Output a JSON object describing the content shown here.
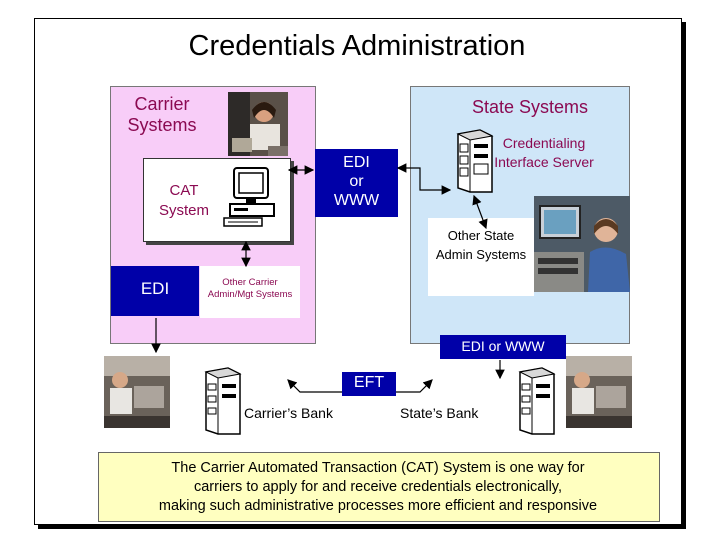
{
  "title": "Credentials Administration",
  "carrier": {
    "title": "Carrier Systems",
    "cat_system": "CAT System",
    "edi": "EDI",
    "other_systems": "Other Carrier Admin/Mgt Systems"
  },
  "center": {
    "line1": "EDI",
    "line2": "or",
    "line3": "WWW"
  },
  "state": {
    "title": "State Systems",
    "server": "Credentialing Interface Server",
    "other_systems": "Other State Admin Systems",
    "edi_www": "EDI or WWW"
  },
  "banks": {
    "eft": "EFT",
    "carrier_bank": "Carrier’s Bank",
    "state_bank": "State’s Bank"
  },
  "caption": {
    "line1": "The Carrier Automated Transaction (CAT) System is one way for",
    "line2": "carriers to apply for and receive credentials electronically,",
    "line3": "making such administrative processes more efficient and responsive"
  },
  "colors": {
    "carrier_panel": "#f8cdf8",
    "state_panel": "#cfe6f8",
    "label_blue": "#0000a8",
    "label_text": "#8b0a52",
    "caption_bg": "#ffffc0"
  }
}
